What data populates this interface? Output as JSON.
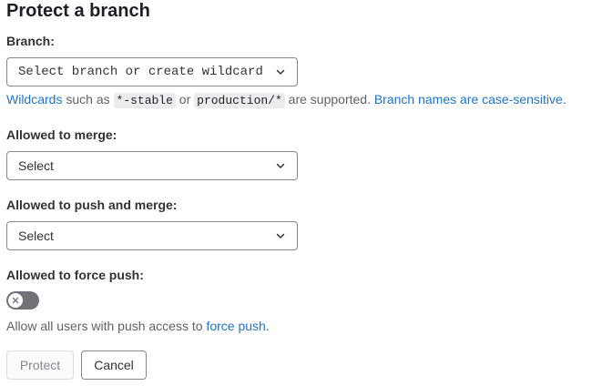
{
  "title": "Protect a branch",
  "branch": {
    "label": "Branch:",
    "placeholder": "Select branch or create wildcard"
  },
  "help": {
    "wildcards_link": "Wildcards",
    "such_as": " such as ",
    "example1": "*-stable",
    "or": " or ",
    "example2": "production/*",
    "are_supported": " are supported. ",
    "case_link": "Branch names are case-sensitive."
  },
  "merge": {
    "label": "Allowed to merge:",
    "value": "Select"
  },
  "push_merge": {
    "label": "Allowed to push and merge:",
    "value": "Select"
  },
  "force_push": {
    "label": "Allowed to force push:",
    "enabled": false,
    "help_prefix": "Allow all users with push access to ",
    "help_link": "force push",
    "help_suffix": "."
  },
  "buttons": {
    "protect": "Protect",
    "cancel": "Cancel"
  },
  "icons": {
    "dropdown": "chevron-down-icon",
    "toggle": "close-icon"
  },
  "colors": {
    "link": "#1f75cb",
    "toggle_off": "#737278"
  }
}
